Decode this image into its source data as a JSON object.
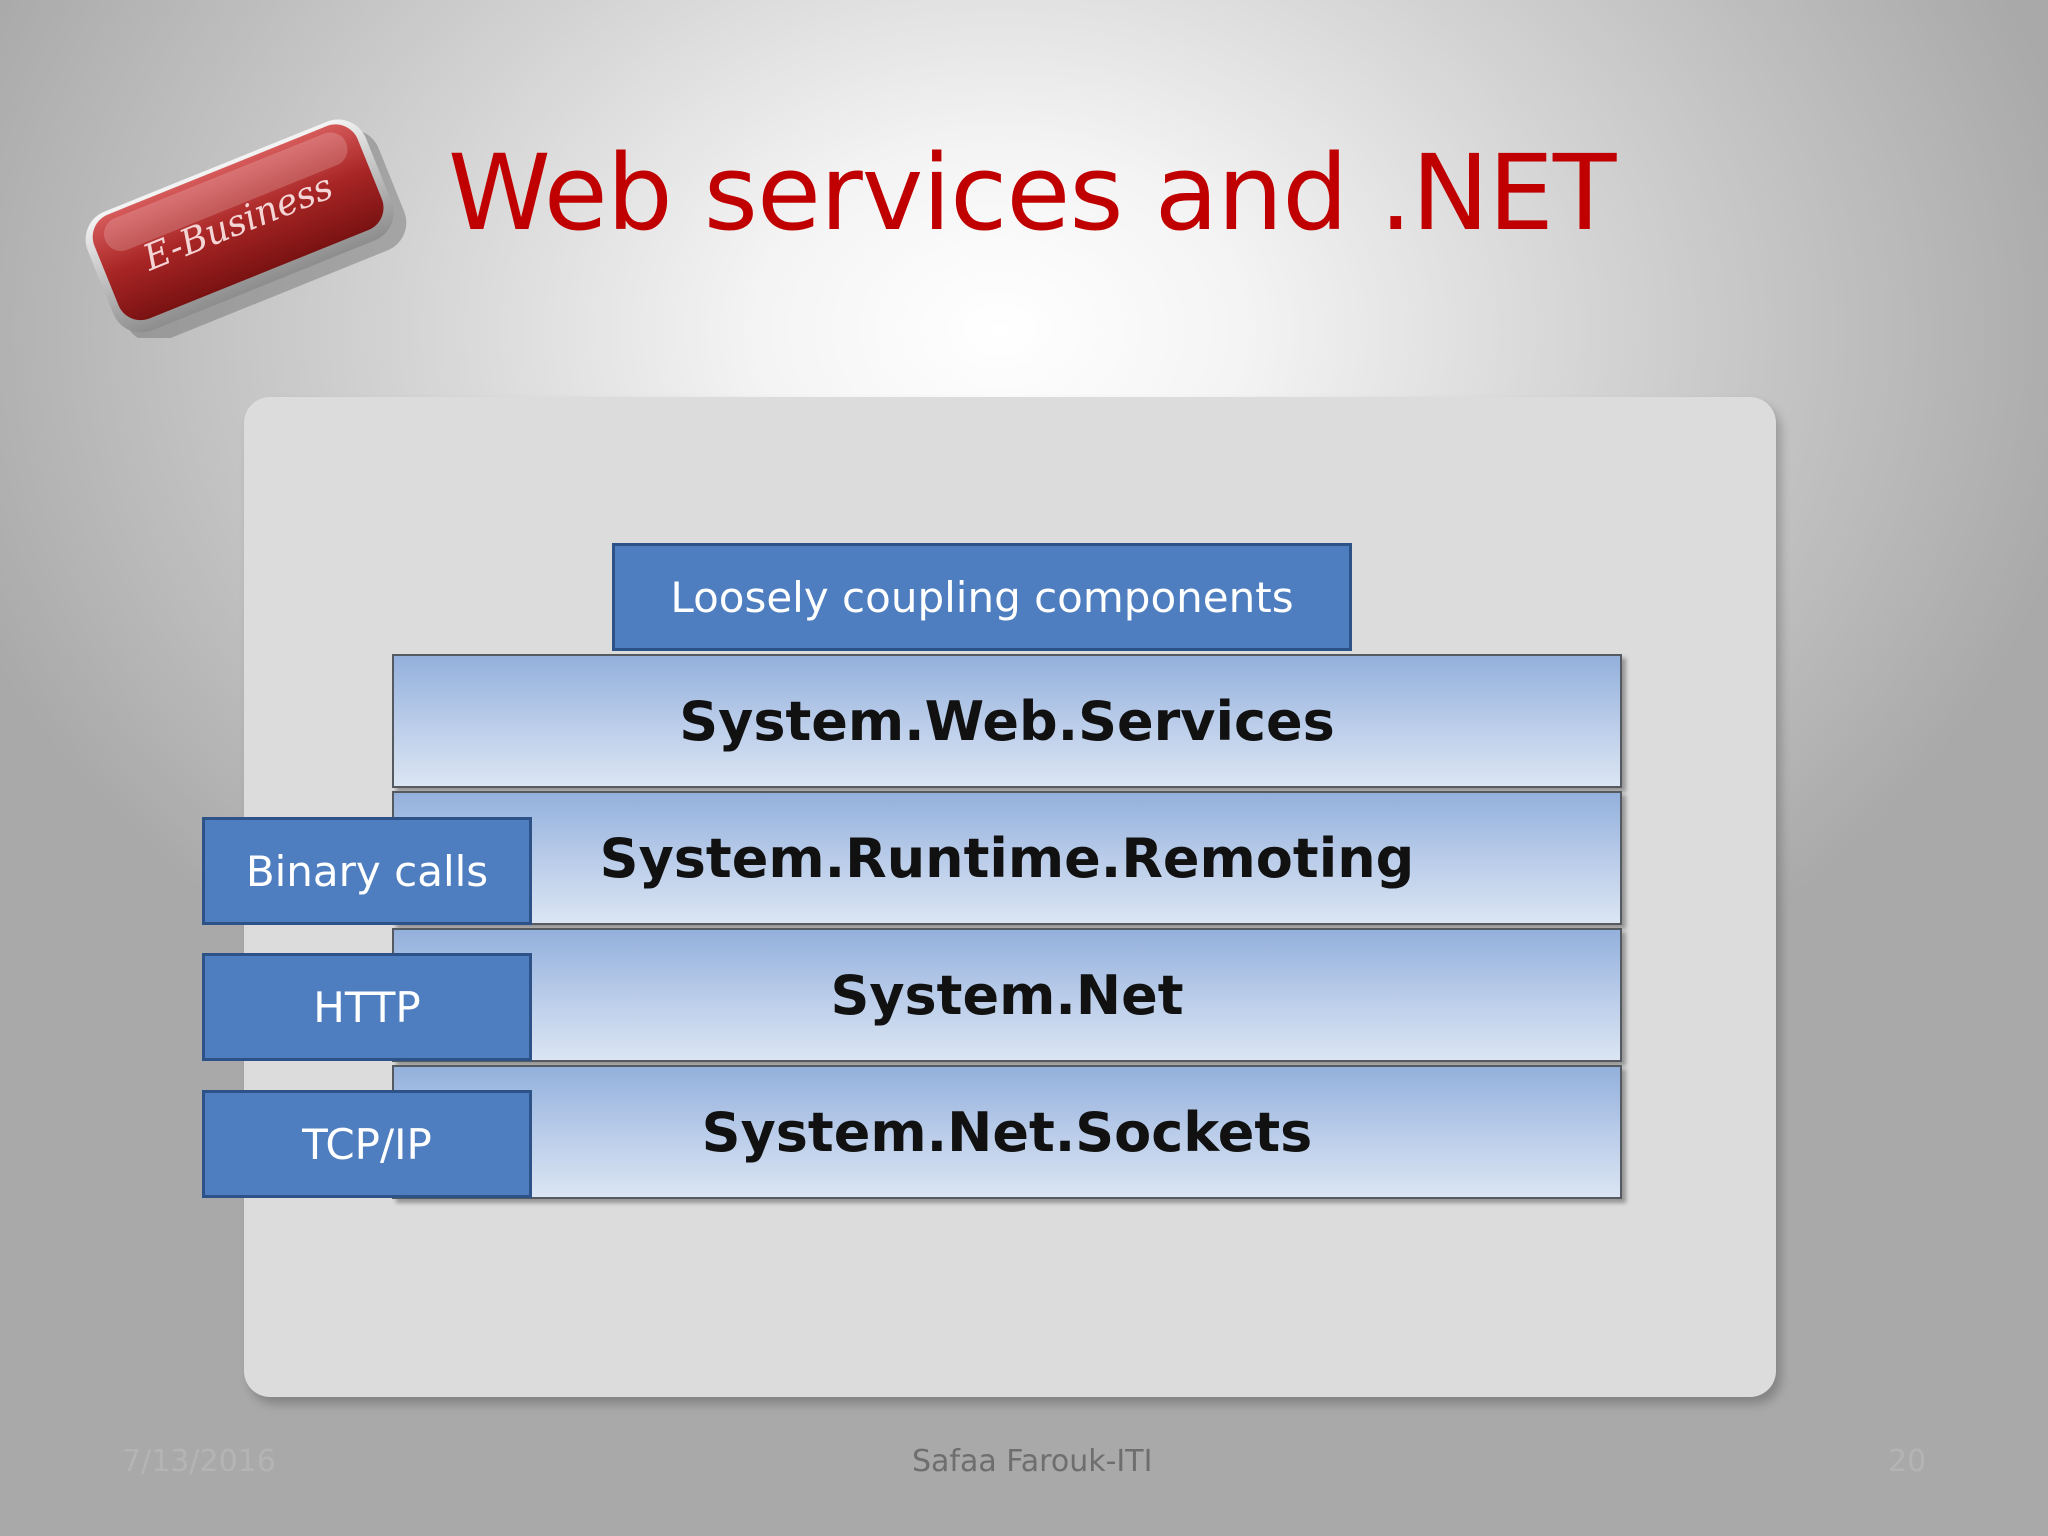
{
  "slide": {
    "logo_text": "E-Business",
    "title": "Web services and .NET"
  },
  "diagram": {
    "top_label": "Loosely coupling components",
    "layers": [
      "System.Web.Services",
      "System.Runtime.Remoting",
      "System.Net",
      "System.Net.Sockets"
    ],
    "side_labels": [
      "Binary calls",
      "HTTP",
      "TCP/IP"
    ]
  },
  "footer": {
    "date": "7/13/2016",
    "author": "Safaa Farouk-ITI",
    "page_number": "20"
  },
  "colors": {
    "title": "#c00000",
    "label_box": "#4e7ec0",
    "layer_fill": "#b5c9e8",
    "logo": "#a42a2a"
  }
}
